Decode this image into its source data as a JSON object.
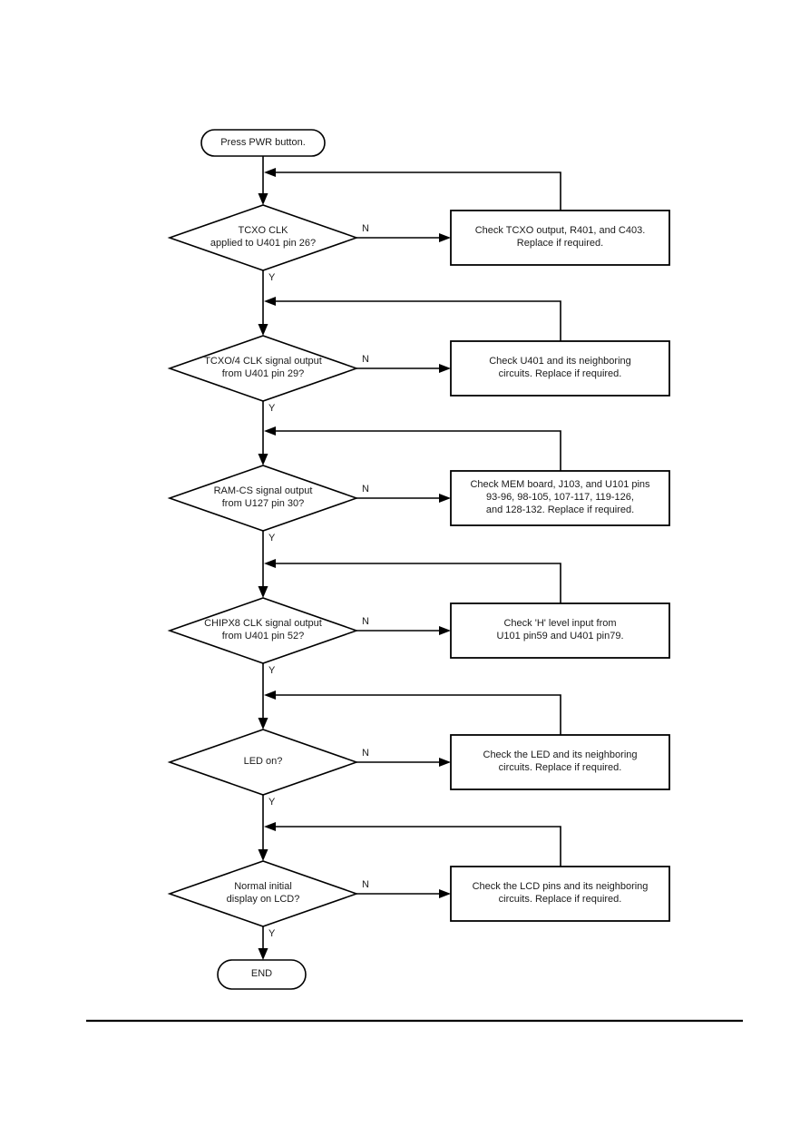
{
  "colors": {
    "background": "#ffffff",
    "line": "#000000",
    "text": "#1a1a1a"
  },
  "flowchart": {
    "start_label": "Press PWR button.",
    "end_label": "END",
    "yes_label": "Y",
    "no_label": "N",
    "steps": [
      {
        "question": "TCXO CLK\napplied to U401 pin 26?",
        "action": "Check TCXO output, R401, and C403.\nReplace if required."
      },
      {
        "question": "TCXO/4 CLK signal output\nfrom U401 pin 29?",
        "action": "Check U401 and its neighboring\ncircuits. Replace if required."
      },
      {
        "question": "RAM-CS signal output\nfrom U127 pin 30?",
        "action": "Check MEM board, J103, and U101 pins\n93-96, 98-105, 107-117, 119-126,\nand 128-132. Replace if required."
      },
      {
        "question": "CHIPX8 CLK signal output\nfrom U401 pin 52?",
        "action": "Check 'H' level input from\nU101 pin59 and U401 pin79."
      },
      {
        "question": "LED on?",
        "action": "Check the LED and its neighboring\ncircuits. Replace if required."
      },
      {
        "question": "Normal initial\ndisplay on LCD?",
        "action": "Check the LCD pins and its neighboring\ncircuits. Replace if required."
      }
    ]
  }
}
